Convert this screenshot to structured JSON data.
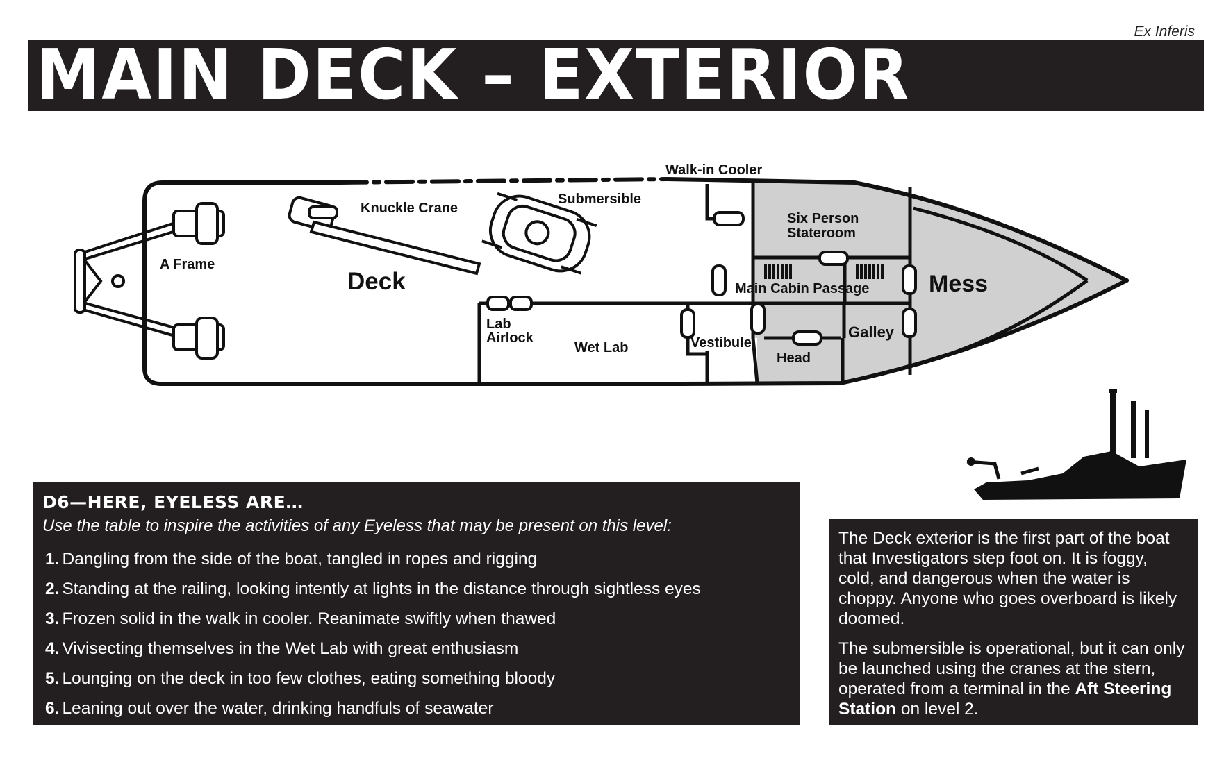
{
  "header": {
    "brand": "Ex Inferis",
    "title": "MAIN DECK – EXTERIOR"
  },
  "map": {
    "labels": {
      "walk_in_cooler": "Walk-in Cooler",
      "submersible": "Submersible",
      "knuckle_crane": "Knuckle Crane",
      "a_frame": "A Frame",
      "deck": "Deck",
      "six_person_stateroom_line1": "Six Person",
      "six_person_stateroom_line2": "Stateroom",
      "main_cabin_passage": "Main Cabin Passage",
      "mess": "Mess",
      "lab_airlock_line1": "Lab",
      "lab_airlock_line2": "Airlock",
      "wet_lab": "Wet Lab",
      "vestibule": "Vestibule",
      "head": "Head",
      "galley": "Galley"
    },
    "colors": {
      "interior_fill": "#d0d0d0",
      "ink": "#111111"
    }
  },
  "table": {
    "title": "D6—Here, Eyeless Are…",
    "intro": "Use the table to inspire the activities of any Eyeless that may be present on this level:",
    "items": [
      {
        "num": "1.",
        "text": "Dangling from the side of the boat, tangled in ropes and rigging"
      },
      {
        "num": "2.",
        "text": "Standing at the railing, looking intently at lights in the distance through sightless eyes"
      },
      {
        "num": "3.",
        "text": "Frozen solid in the walk in cooler. Reanimate swiftly when thawed"
      },
      {
        "num": "4.",
        "text": "Vivisecting themselves in the Wet Lab with great enthusiasm"
      },
      {
        "num": "5.",
        "text": "Lounging on the deck in too few clothes, eating something bloody"
      },
      {
        "num": "6.",
        "text": "Leaning out over the water, drinking handfuls of seawater"
      }
    ]
  },
  "description": {
    "para1": "The Deck exterior is the first part of the boat that Investigators step foot on. It is foggy, cold, and dangerous when the water is choppy. Anyone who goes overboard is likely doomed.",
    "para2_before": "The submersible is operational, but it can only be launched using the cranes at the stern, operated from a terminal in the ",
    "para2_bold": "Aft Steering Station",
    "para2_after": " on level 2."
  },
  "colors": {
    "panel": "#231f20",
    "panel_text": "#ffffff"
  }
}
